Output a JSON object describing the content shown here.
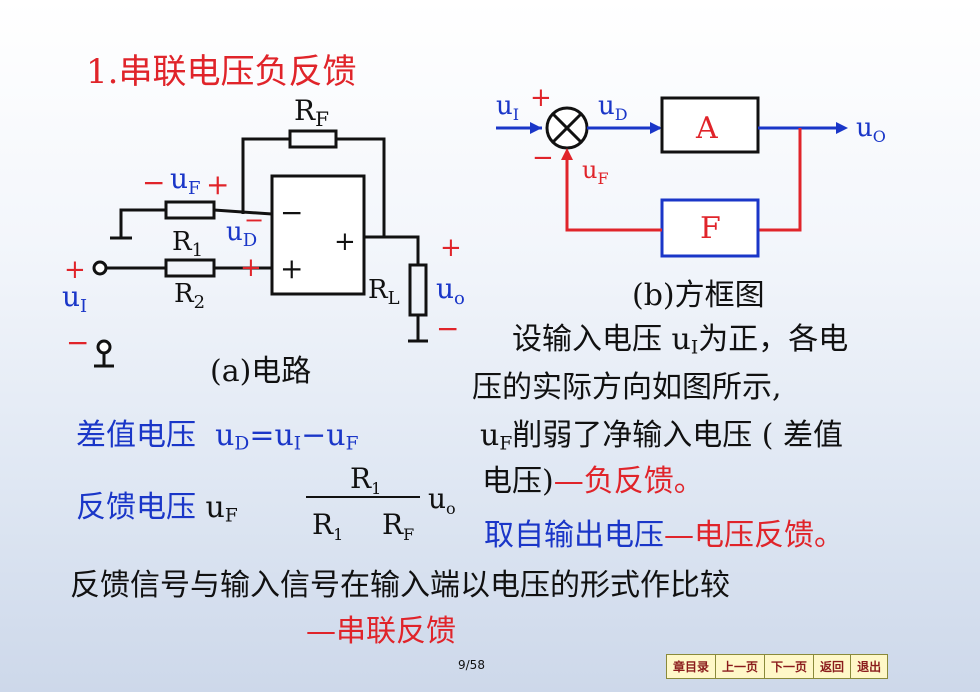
{
  "title": "1.串联电压负反馈",
  "circuit": {
    "rf": "R",
    "rf_sub": "F",
    "r1": "R",
    "r1_sub": "1",
    "r2": "R",
    "r2_sub": "2",
    "rl": "R",
    "rl_sub": "L",
    "uf_neg": "−",
    "uf": "u",
    "uf_sub": "F",
    "uf_pos": "+",
    "ud": "u",
    "ud_sub": "D",
    "ud_neg": "−",
    "ud_pos": "+",
    "op_minus": "−",
    "op_plus_out": "+",
    "op_plus": "+",
    "in_plus": "+",
    "ui": "u",
    "ui_sub": "I",
    "in_minus": "−",
    "out_plus": "+",
    "uo": "u",
    "uo_sub": "o",
    "out_minus": "−",
    "caption": "(a)电路"
  },
  "block": {
    "ui": "u",
    "ui_sub": "I",
    "plus": "+",
    "minus": "−",
    "ud": "u",
    "ud_sub": "D",
    "a": "A",
    "f": "F",
    "uo": "u",
    "uo_sub": "O",
    "uf": "u",
    "uf_sub": "F",
    "caption": "(b)方框图"
  },
  "text": {
    "p1a": "设输入电压 u",
    "p1sub": "I",
    "p1b": "为正，各电",
    "p2": "压的实际方向如图所示,",
    "p3a": "u",
    "p3sub": "F",
    "p3b": "削弱了净输入电压 ( 差值",
    "p4a": "电压)",
    "p4b": "—负反馈",
    "p4c": "。",
    "p5a": "取自输出电压",
    "p5b": "—电压反馈",
    "p5c": "。",
    "diff_label": "差值电压",
    "diff_u": "u",
    "diff_d": "D",
    "diff_eq": "=u",
    "diff_i": "I",
    "diff_minus": "−u",
    "diff_f": "F",
    "fb_label": "反馈电压",
    "fb_u": "u",
    "fb_f": "F",
    "frac_num": "R",
    "frac_num_sub": "1",
    "frac_den1": "R",
    "frac_den1_sub": "1",
    "frac_den2": "R",
    "frac_den2_sub": "F",
    "frac_uo": "u",
    "frac_uo_sub": "o",
    "bottom1": "反馈信号与输入信号在输入端以电压的形式作比较",
    "bottom2": "—串联反馈"
  },
  "page_num": "9/58",
  "nav": [
    "章目录",
    "上一页",
    "下一页",
    "返回",
    "退出"
  ]
}
